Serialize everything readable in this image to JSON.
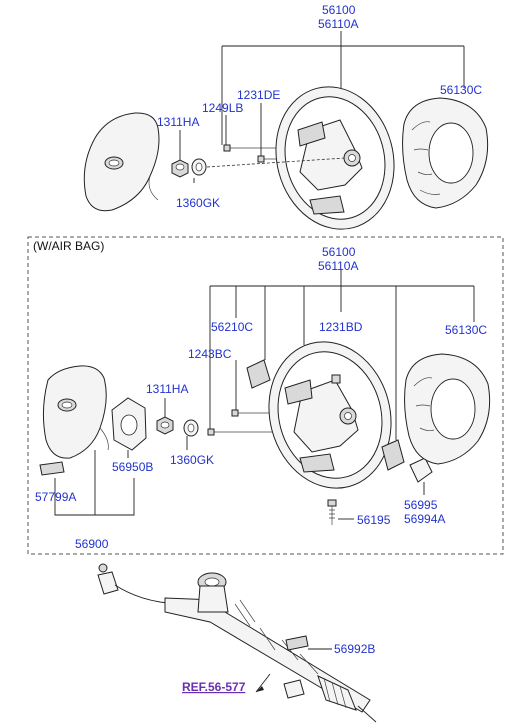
{
  "top": {
    "labels": {
      "wheel_a": "56100",
      "wheel_b": "56110A",
      "cover": "56130C",
      "bolt_dc": "1231DE",
      "bolt_lb": "1249LB",
      "nut": "1311HA",
      "washer": "1360GK"
    }
  },
  "airbag_section": {
    "title": "(W/AIR BAG)",
    "labels": {
      "wheel_a": "56100",
      "wheel_b": "56110A",
      "switch": "56210C",
      "bolt_bd": "1231BD",
      "cover": "56130C",
      "bolt_bc": "1243BC",
      "nut": "1311HA",
      "washer": "1360GK",
      "plate": "56950B",
      "label_sticker": "57799A",
      "airbag_module": "56900",
      "clock_a": "56995",
      "clock_b": "56994A",
      "screw": "56195"
    }
  },
  "bottom": {
    "rack_label": "56992B",
    "ref_link": "REF.56-577"
  },
  "colors": {
    "label": "#2233cc",
    "ref": "#6a2fb0",
    "lines": "#222222"
  }
}
